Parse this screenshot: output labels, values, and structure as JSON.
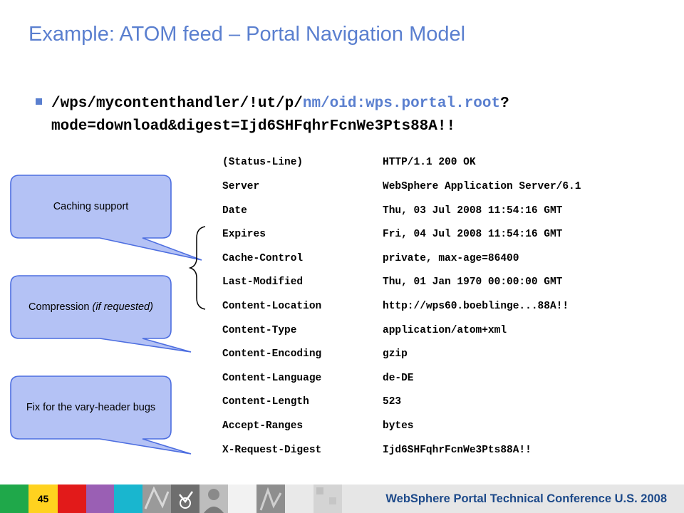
{
  "slide": {
    "title": "Example: ATOM feed – Portal Navigation Model",
    "url": {
      "part1": "/wps/mycontenthandler/!ut/p/",
      "part2_blue": "nm/oid:wps.portal.root",
      "part3": "?",
      "line2": "mode=download&digest=Ijd6SHFqhrFcnWe3Pts88A!!"
    },
    "headers": [
      {
        "name": "(Status-Line)",
        "value": "HTTP/1.1 200 OK"
      },
      {
        "name": "Server",
        "value": "WebSphere Application Server/6.1"
      },
      {
        "name": "Date",
        "value": "Thu, 03 Jul 2008 11:54:16 GMT"
      },
      {
        "name": "Expires",
        "value": "Fri, 04 Jul 2008 11:54:16 GMT"
      },
      {
        "name": "Cache-Control",
        "value": "private, max-age=86400"
      },
      {
        "name": "Last-Modified",
        "value": "Thu, 01 Jan 1970 00:00:00 GMT"
      },
      {
        "name": "Content-Location",
        "value": "http://wps60.boeblinge...88A!!"
      },
      {
        "name": "Content-Type",
        "value": "application/atom+xml"
      },
      {
        "name": "Content-Encoding",
        "value": "gzip"
      },
      {
        "name": "Content-Language",
        "value": "de-DE"
      },
      {
        "name": "Content-Length",
        "value": "523"
      },
      {
        "name": "Accept-Ranges",
        "value": "bytes"
      },
      {
        "name": "X-Request-Digest",
        "value": "Ijd6SHFqhrFcnWe3Pts88A!!"
      }
    ],
    "callouts": {
      "caching": "Caching support",
      "compression_main": "Compression",
      "compression_italic": "(if requested)",
      "vary": "Fix for the vary-header bugs"
    },
    "footer": {
      "page_number": "45",
      "conference": "WebSphere Portal Technical Conference U.S. 2008"
    }
  },
  "colors": {
    "title_blue": "#5a7fcf",
    "callout_fill": "#b4c2f5",
    "callout_stroke": "#4d6ee0",
    "footer_green": "#1fa84a",
    "footer_yellow": "#ffd21f",
    "footer_red": "#e21a1a",
    "footer_purple": "#9a5fb4",
    "footer_cyan": "#19b6cf"
  }
}
